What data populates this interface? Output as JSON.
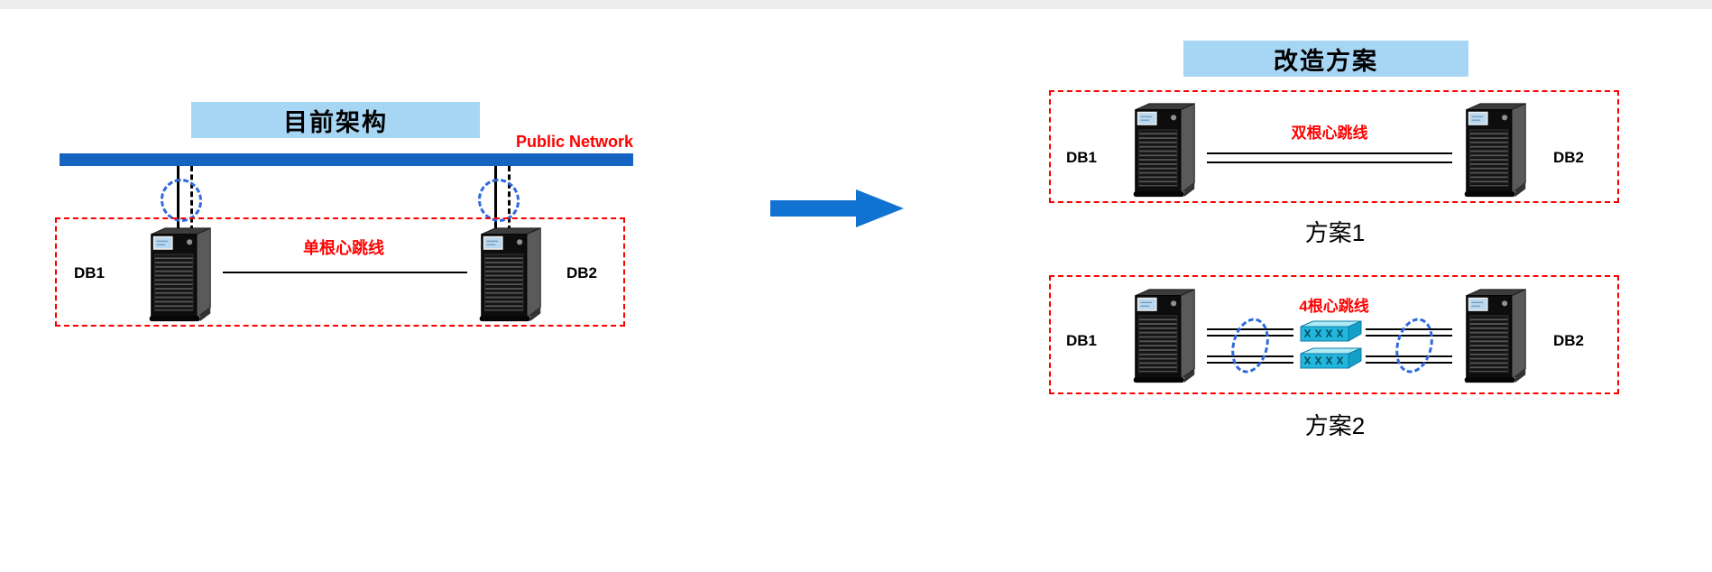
{
  "current": {
    "title": "目前架构",
    "network_label": "Public Network",
    "heartbeat_label": "单根心跳线",
    "db1_label": "DB1",
    "db2_label": "DB2"
  },
  "plans": {
    "title": "改造方案",
    "plan1": {
      "heartbeat_label": "双根心跳线",
      "db1_label": "DB1",
      "db2_label": "DB2",
      "caption": "方案1"
    },
    "plan2": {
      "heartbeat_label": "4根心跳线",
      "db1_label": "DB1",
      "db2_label": "DB2",
      "caption": "方案2"
    }
  },
  "icons": {
    "server": "server-tower-icon",
    "switch": "network-switch-icon",
    "arrow": "transform-arrow-icon",
    "loop": "cable-loop-icon"
  },
  "colors": {
    "title_bg": "#a7d6f4",
    "network_bar": "#1565c0",
    "accent_red": "#ff0000",
    "arrow_blue": "#1173d1",
    "loop_blue": "#2f6bde"
  }
}
